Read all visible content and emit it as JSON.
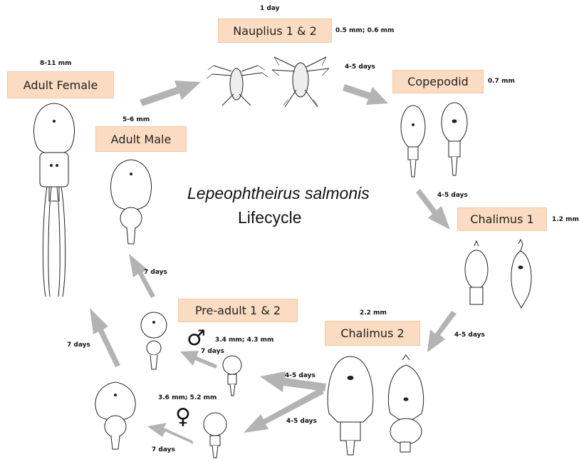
{
  "title": {
    "species": "Lepeophtheirus salmonis",
    "word": "Lifecycle"
  },
  "stages": {
    "nauplius": {
      "label": "Nauplius 1 & 2",
      "duration": "1 day",
      "size": "0.5 mm; 0.6 mm"
    },
    "copepodid": {
      "label": "Copepodid",
      "size": "0.7 mm"
    },
    "chalimus1": {
      "label": "Chalimus 1",
      "size": "1.2 mm"
    },
    "chalimus2": {
      "label": "Chalimus 2",
      "size": "2.2 mm"
    },
    "preadult": {
      "label": "Pre-adult 1 & 2",
      "male_size": "3.4 mm; 4.3 mm",
      "female_size": "3.6 mm; 5.2 mm"
    },
    "adult_male": {
      "label": "Adult Male",
      "size": "5-6 mm"
    },
    "adult_female": {
      "label": "Adult Female",
      "size": "8-11 mm"
    }
  },
  "durations": {
    "nauplius_to_copepodid": "4-5 days",
    "copepodid_to_chalimus1": "4-5 days",
    "chalimus1_to_chalimus2": "4-5 days",
    "chalimus2_to_preadult_male": "4-5 days",
    "chalimus2_to_preadult_female": "4-5 days",
    "preadult_male_1_to_2": "7 days",
    "preadult_male_to_adult": "7 days",
    "preadult_female_1_to_2": "7 days",
    "preadult_female_to_adult": "7 days"
  },
  "symbols": {
    "male": "♂",
    "female": "♀"
  },
  "colors": {
    "label_fill": "#fbdcc3",
    "arrow": "#b3b3b3"
  }
}
